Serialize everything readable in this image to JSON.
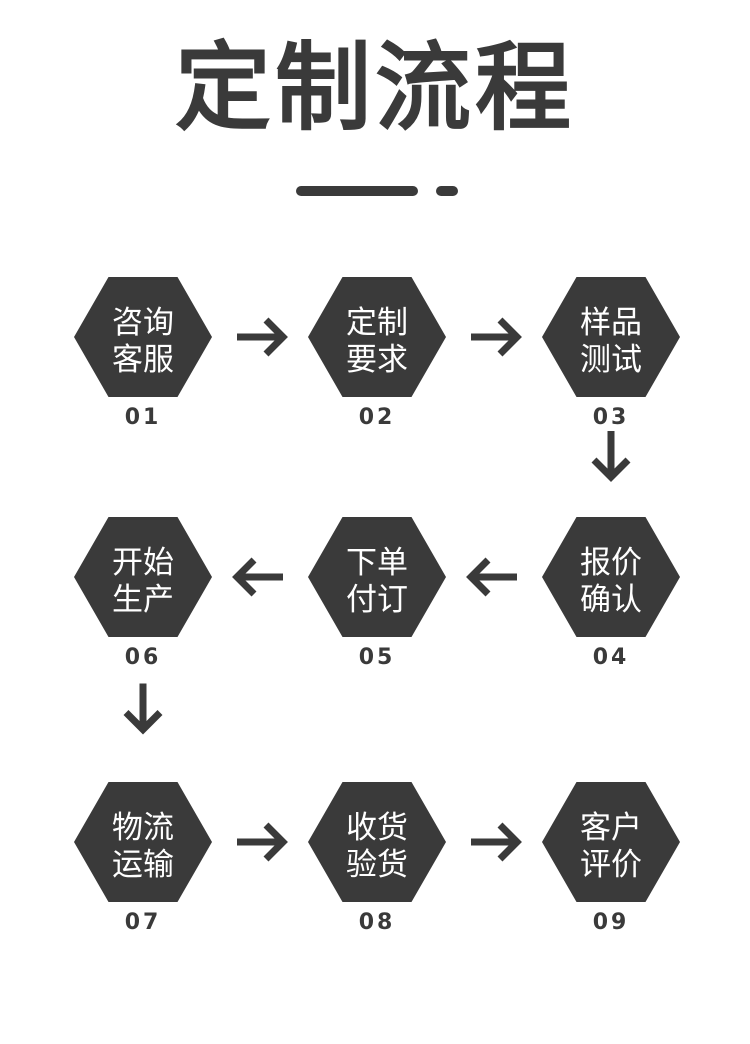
{
  "title": "定制流程",
  "colors": {
    "hexagon": "#3a3a3a",
    "arrow": "#3a3a3a",
    "text_on_hex": "#ffffff",
    "number": "#3a3a3a",
    "background": "#ffffff"
  },
  "steps": [
    {
      "number": "01",
      "line1": "咨询",
      "line2": "客服"
    },
    {
      "number": "02",
      "line1": "定制",
      "line2": "要求"
    },
    {
      "number": "03",
      "line1": "样品",
      "line2": "测试"
    },
    {
      "number": "04",
      "line1": "报价",
      "line2": "确认"
    },
    {
      "number": "05",
      "line1": "下单",
      "line2": "付订"
    },
    {
      "number": "06",
      "line1": "开始",
      "line2": "生产"
    },
    {
      "number": "07",
      "line1": "物流",
      "line2": "运输"
    },
    {
      "number": "08",
      "line1": "收货",
      "line2": "验货"
    },
    {
      "number": "09",
      "line1": "客户",
      "line2": "评价"
    }
  ],
  "arrows": [
    {
      "from": "01",
      "to": "02",
      "direction": "right"
    },
    {
      "from": "02",
      "to": "03",
      "direction": "right"
    },
    {
      "from": "03",
      "to": "04",
      "direction": "down"
    },
    {
      "from": "04",
      "to": "05",
      "direction": "left"
    },
    {
      "from": "05",
      "to": "06",
      "direction": "left"
    },
    {
      "from": "06",
      "to": "07",
      "direction": "down"
    },
    {
      "from": "07",
      "to": "08",
      "direction": "right"
    },
    {
      "from": "08",
      "to": "09",
      "direction": "right"
    }
  ]
}
